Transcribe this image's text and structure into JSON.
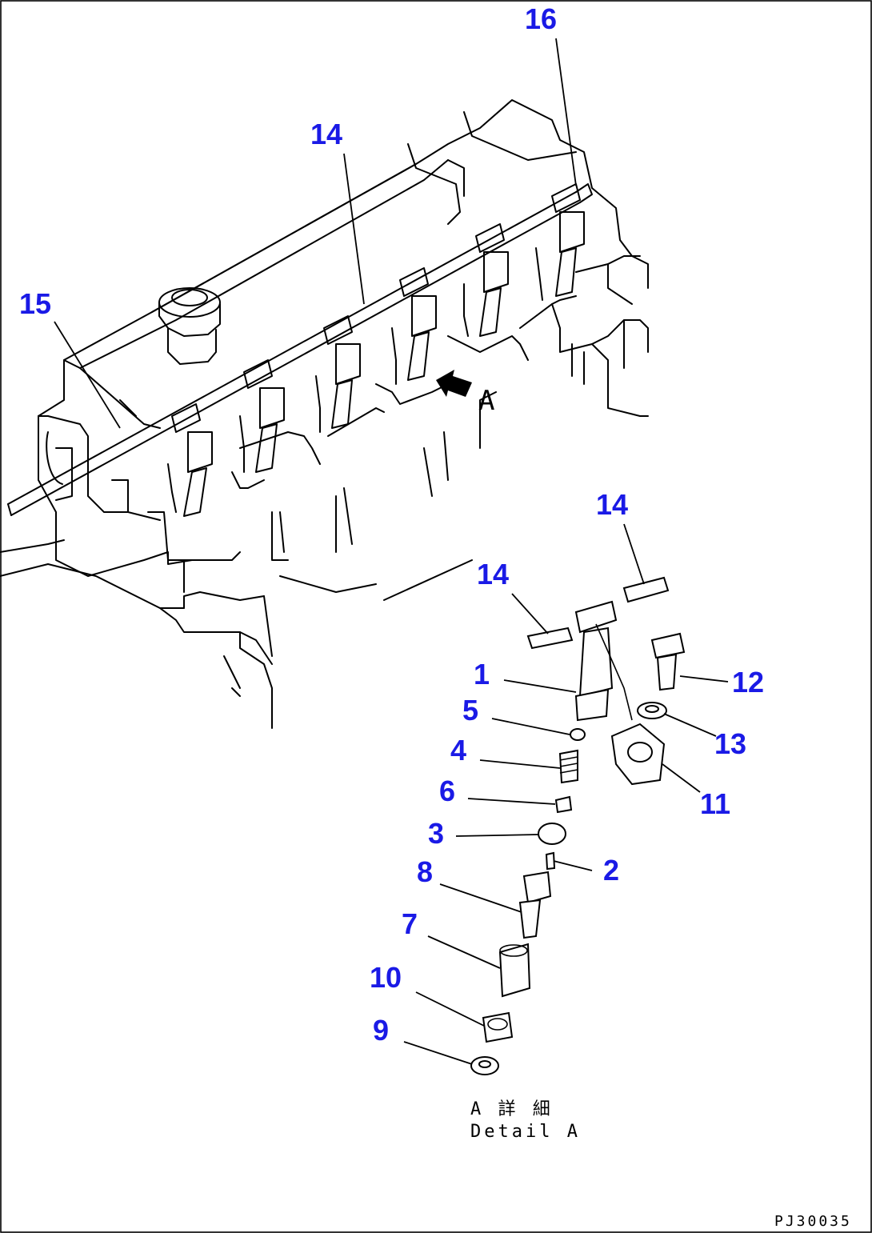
{
  "diagram": {
    "callouts": [
      "16",
      "14",
      "15",
      "14",
      "14",
      "1",
      "5",
      "4",
      "6",
      "3",
      "8",
      "7",
      "10",
      "9",
      "2",
      "12",
      "13",
      "11"
    ],
    "view_marker": "A",
    "detail_caption_jp": "A 詳 細",
    "detail_caption_en": "Detail A",
    "drawing_code": "PJ30035"
  },
  "colors": {
    "callout": "#1a1ae6",
    "line": "#000000",
    "background": "#ffffff"
  }
}
